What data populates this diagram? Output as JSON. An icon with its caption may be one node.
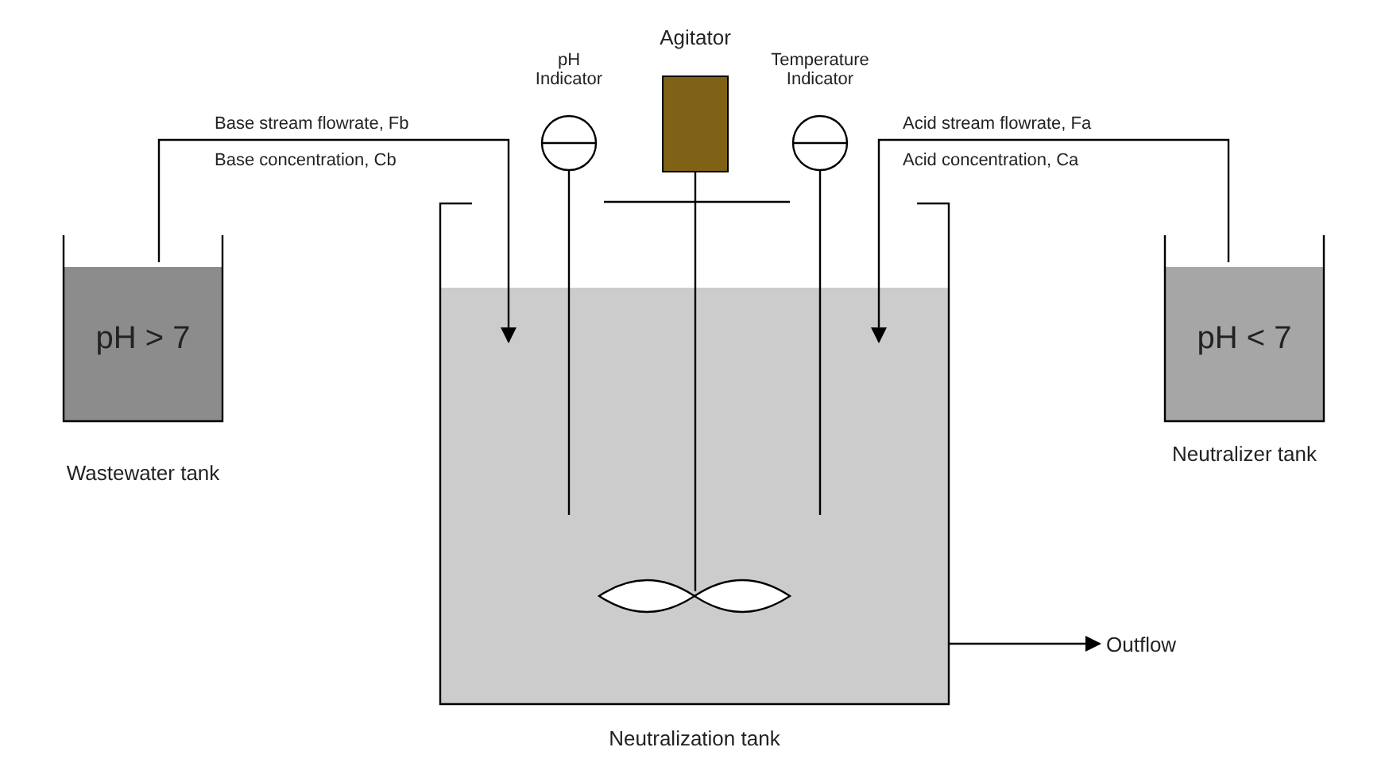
{
  "diagram": {
    "nodes": [
      {
        "text": [
          "pH > 7",
          "Wastewater tank"
        ]
      },
      {
        "text": [
          "Neutralization tank"
        ]
      },
      {
        "text": [
          "pH < 7",
          "Neutralizer tank"
        ]
      },
      {
        "text": [
          "pH Indicator"
        ]
      },
      {
        "text": [
          "Agitator"
        ]
      },
      {
        "text": [
          "Temperature Indicator"
        ]
      },
      {
        "text": [
          "Outflow"
        ]
      }
    ],
    "edges": [
      {
        "from": 0,
        "to": 1,
        "arrow": "to"
      },
      {
        "from": 2,
        "to": 1,
        "arrow": "to"
      },
      {
        "from": 1,
        "to": 6,
        "arrow": "to"
      }
    ],
    "labels": [
      "Base stream flowrate, Fb",
      "Base concentration, Cb",
      "Acid stream flowrate, Fa",
      "Acid concentration, Ca"
    ]
  }
}
